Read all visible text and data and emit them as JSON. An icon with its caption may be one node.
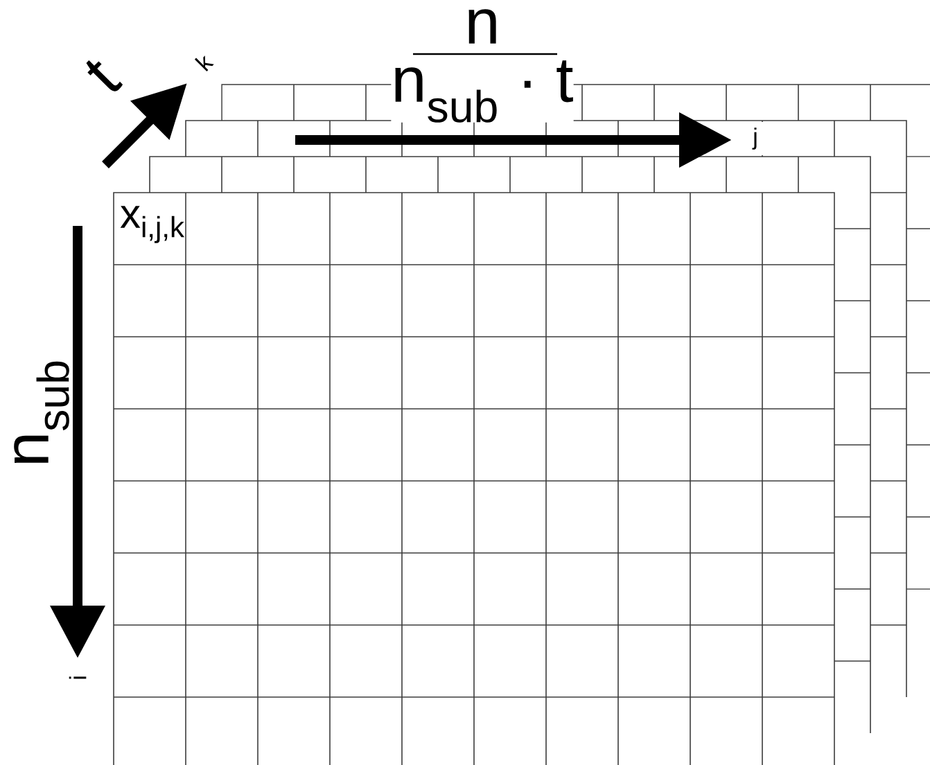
{
  "diagram": {
    "labels": [
      "t",
      "k",
      "n",
      "n$_{sub}$ · t",
      "j",
      "x$_{i,j,k}$",
      "n$_{sub}$",
      "i"
    ]
  }
}
